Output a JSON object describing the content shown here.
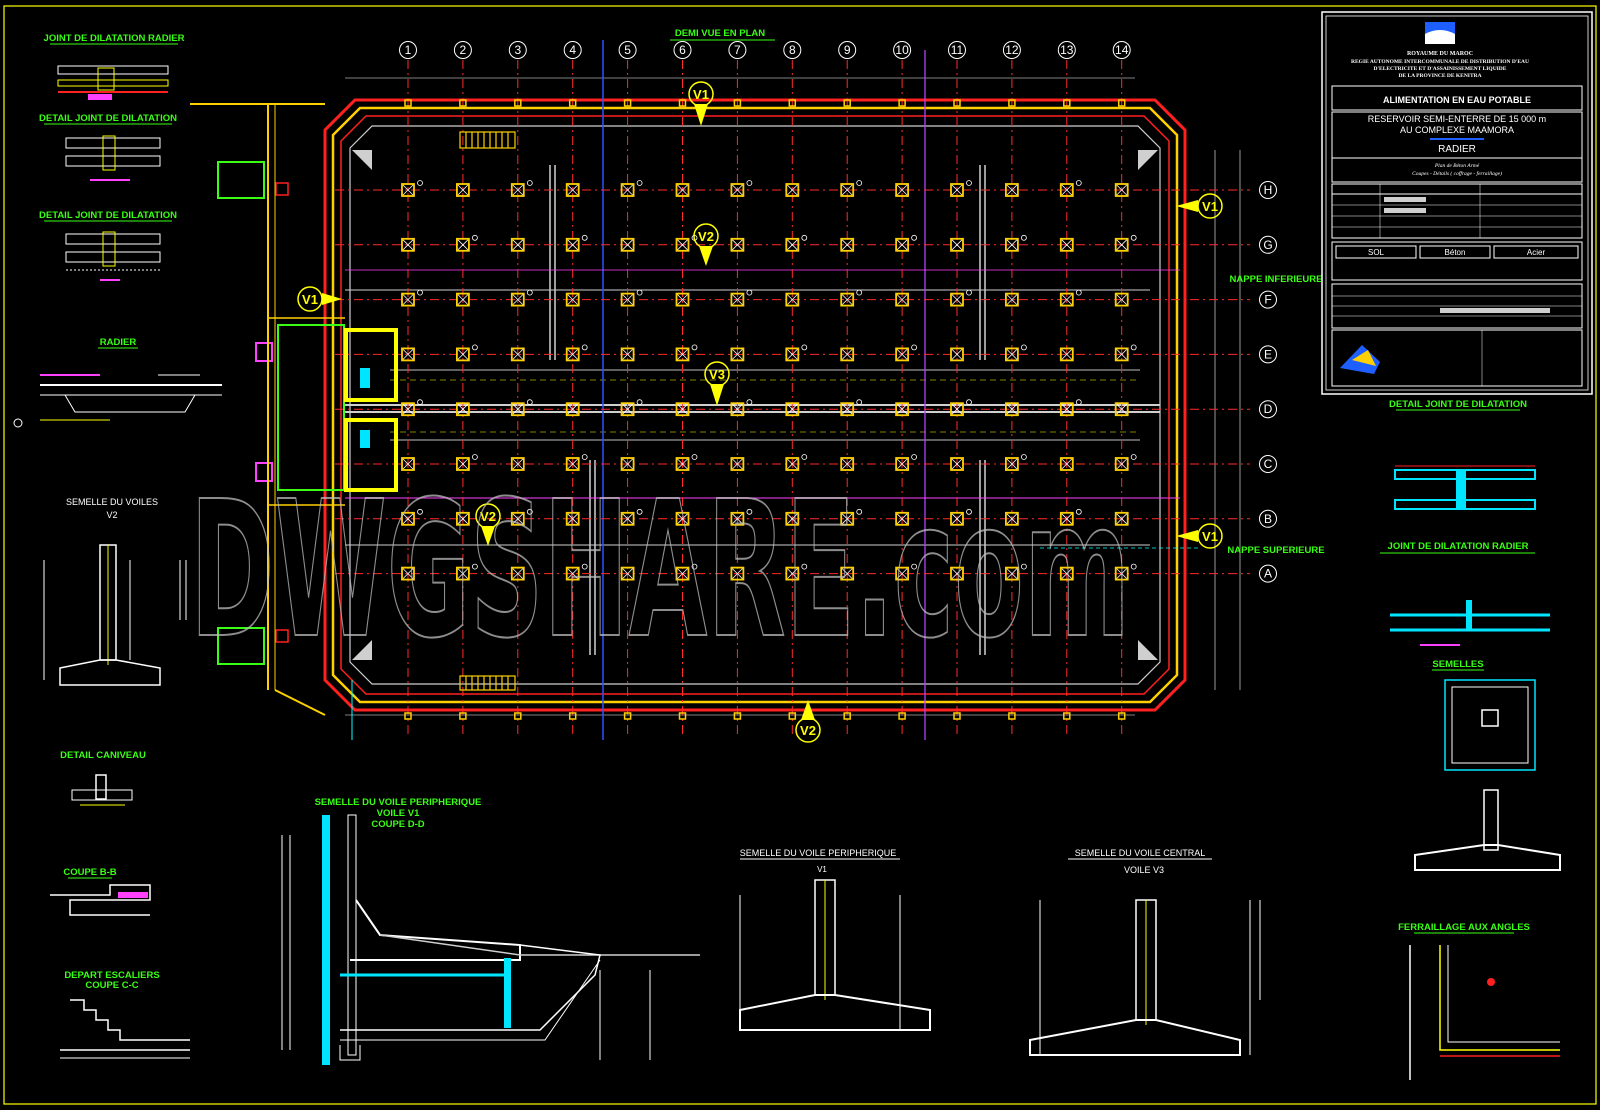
{
  "plan": {
    "title": "DEMI VUE EN PLAN",
    "columns": [
      "1",
      "2",
      "3",
      "4",
      "5",
      "6",
      "7",
      "8",
      "9",
      "10",
      "11",
      "12",
      "13",
      "14"
    ],
    "rows": [
      "H",
      "G",
      "F",
      "E",
      "D",
      "C",
      "B",
      "A"
    ],
    "wall_tags": [
      "V1",
      "V1",
      "V1",
      "V1",
      "V2",
      "V2",
      "V3"
    ],
    "nappe_labels": [
      "NAPPE INFERIEURE",
      "NAPPE SUPERIEURE"
    ]
  },
  "left_details": [
    {
      "title": "JOINT DE DILATATION RADIER"
    },
    {
      "title": "DETAIL JOINT DE DILATATION"
    },
    {
      "title": "DETAIL JOINT DE DILATATION"
    },
    {
      "title": "RADIER"
    },
    {
      "title": "SEMELLE DU VOILES",
      "subtitle": "V2"
    },
    {
      "title": "DETAIL CANIVEAU"
    },
    {
      "title": "COUPE B-B"
    },
    {
      "title": "DEPART ESCALIERS",
      "subtitle": "COUPE C-C"
    }
  ],
  "bottom_details": [
    {
      "title": "SEMELLE DU VOILE PERIPHERIQUE",
      "subtitle": "VOILE V1",
      "sub2": "COUPE D-D"
    },
    {
      "title": "SEMELLE DU VOILE PERIPHERIQUE",
      "subtitle": "V1"
    },
    {
      "title": "SEMELLE DU VOILE CENTRAL",
      "subtitle": "VOILE V3"
    }
  ],
  "right_details": [
    {
      "title": "DETAIL JOINT DE DILATATION"
    },
    {
      "title": "JOINT DE DILATATION RADIER"
    },
    {
      "title": "SEMELLES"
    },
    {
      "title": "FERRAILLAGE AUX ANGLES"
    }
  ],
  "title_block": {
    "authority": [
      "ROYAUME DU MAROC",
      "REGIE AUTONOME INTERCOMMUNALE DE DISTRIBUTION D'EAU",
      "D'ELECTRICITE ET D'ASSAINISSEMENT LIQUIDE",
      "DE LA PROVINCE DE KENITRA"
    ],
    "project": "ALIMENTATION EN EAU POTABLE",
    "subject_line1": "RESERVOIR SEMI-ENTERRE DE 15 000 m",
    "subject_line2": "AU COMPLEXE MAAMORA",
    "sheet_name": "RADIER",
    "sheet_desc1": "Plan de Béton Armé",
    "sheet_desc2": "Coupes - Détails ( coffrage - ferraillage)",
    "materials": [
      "SOL",
      "Béton",
      "Acier"
    ]
  },
  "watermark": "DWGSHARE.com"
}
